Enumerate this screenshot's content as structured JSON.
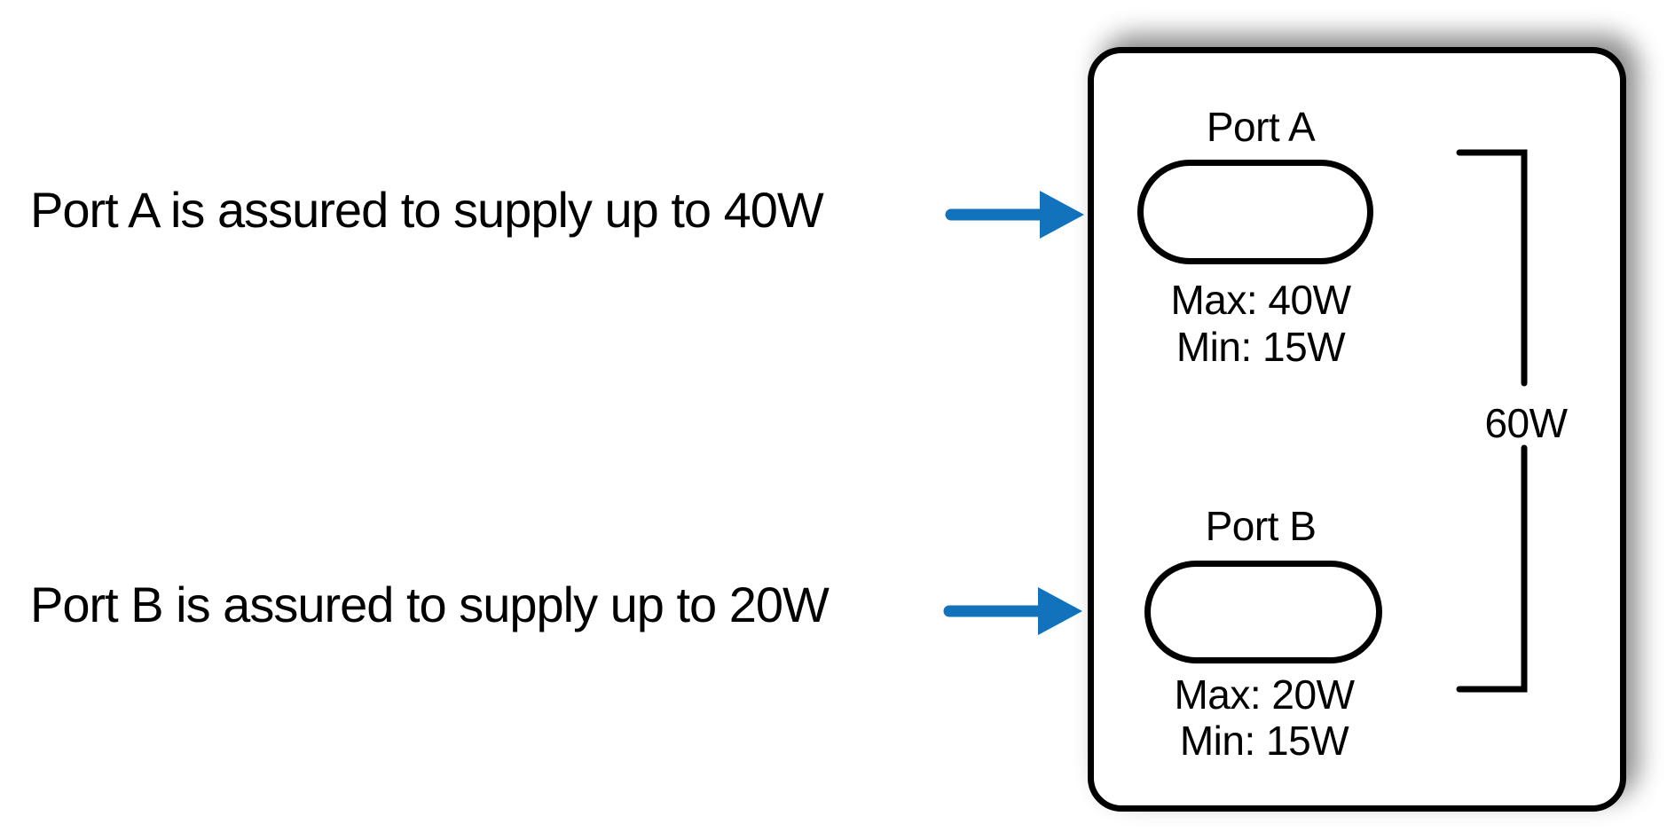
{
  "diagram": {
    "colors": {
      "background": "#FFFFFF",
      "outline": "#000000",
      "arrow_blue": "#1272BC"
    },
    "annotations": [
      {
        "text": "Port A is assured to supply up to 40W"
      },
      {
        "text": "Port B is assured to supply up to 20W"
      }
    ],
    "device": {
      "ports": [
        {
          "name": "Port A",
          "max": "Max: 40W",
          "min": "Min: 15W"
        },
        {
          "name": "Port B",
          "max": "Max: 20W",
          "min": "Min: 15W"
        }
      ],
      "total_label": "60W"
    }
  }
}
